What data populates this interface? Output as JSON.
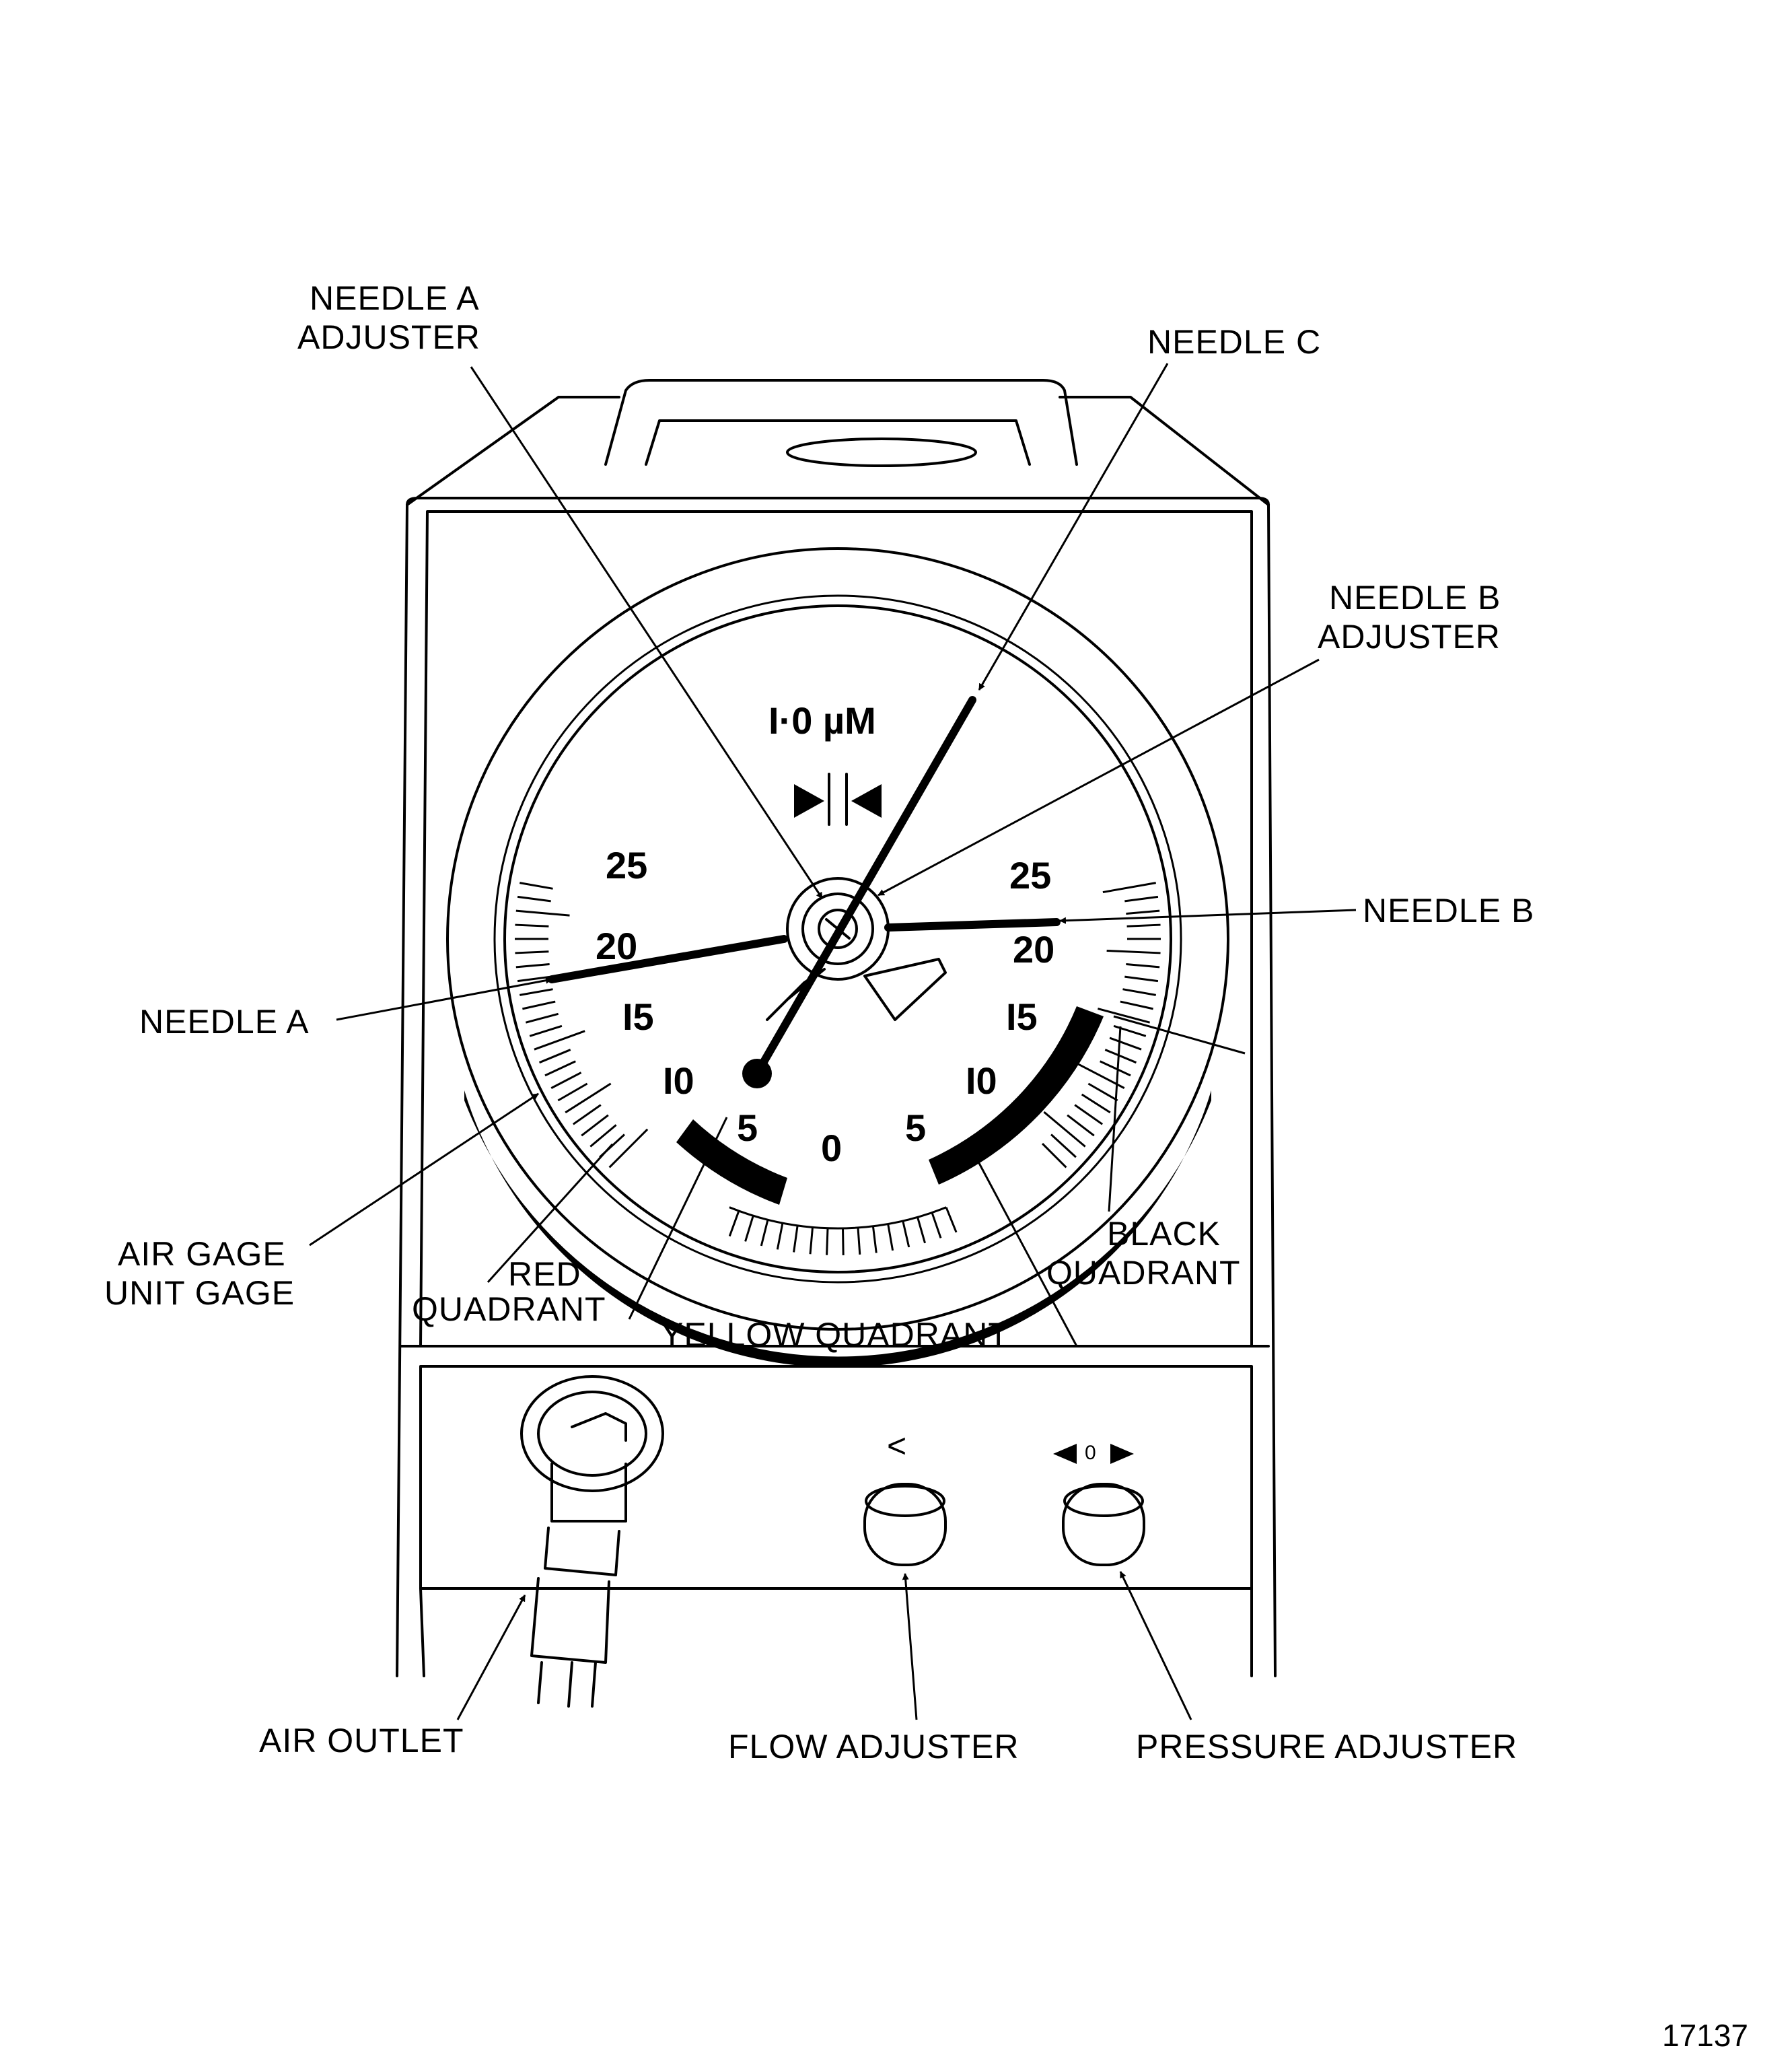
{
  "labels": {
    "needle_a_adjuster": [
      "NEEDLE A",
      "ADJUSTER"
    ],
    "needle_c": "NEEDLE C",
    "needle_b_adjuster": [
      "NEEDLE B",
      "ADJUSTER"
    ],
    "needle_b": "NEEDLE B",
    "needle_a": "NEEDLE A",
    "air_gage_unit_gage": [
      "AIR GAGE",
      "UNIT GAGE"
    ],
    "red_quadrant": [
      "RED",
      "QUADRANT"
    ],
    "yellow_quadrant": "YELLOW QUADRANT",
    "black_quadrant": [
      "BLACK",
      "QUADRANT"
    ],
    "air_outlet": "AIR OUTLET",
    "flow_adjuster": "FLOW ADJUSTER",
    "pressure_adjuster": "PRESSURE ADJUSTER"
  },
  "dial": {
    "unit": "I·0 µM",
    "left_scale": [
      "25",
      "20",
      "I5",
      "I0",
      "5"
    ],
    "center": "0",
    "right_scale": [
      "5",
      "I0",
      "I5",
      "20",
      "25"
    ]
  },
  "panel": {
    "flow_symbol": "<",
    "pressure_symbol": "0"
  },
  "figure_number": "17137"
}
